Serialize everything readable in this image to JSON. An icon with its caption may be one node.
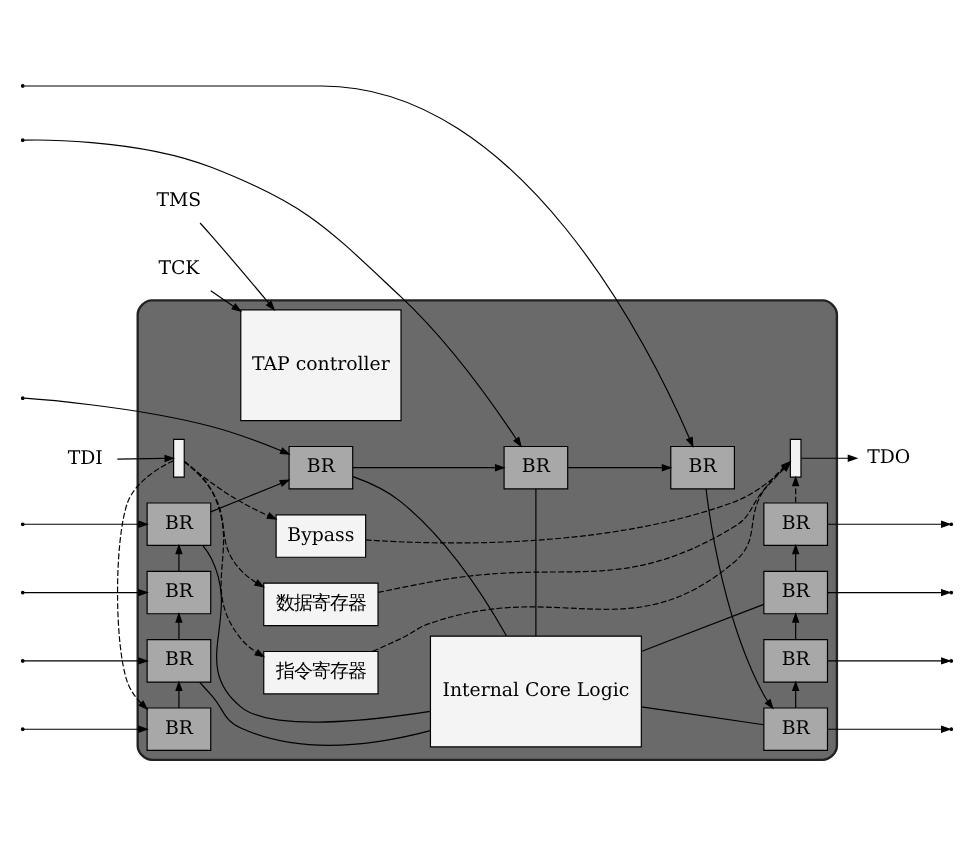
{
  "diagram": {
    "nodes": [
      {
        "text": [],
        "shape": "box"
      },
      {
        "text": [
          "BR"
        ],
        "in": 0
      },
      {
        "text": [
          "BR"
        ],
        "in": 0
      },
      {
        "text": [
          "BR"
        ],
        "in": 0
      },
      {
        "text": [
          "BR"
        ],
        "in": 0
      },
      {
        "text": [
          "BR"
        ],
        "in": 0
      },
      {
        "text": [
          "BR"
        ],
        "in": 0
      },
      {
        "text": [
          "BR"
        ],
        "in": 0
      },
      {
        "text": [
          "BR"
        ],
        "in": 0
      },
      {
        "text": [
          "BR"
        ],
        "in": 0
      },
      {
        "text": [
          "BR"
        ],
        "in": 0
      },
      {
        "text": [
          "BR"
        ],
        "in": 0
      },
      {
        "text": [
          "Internal Core Logic"
        ],
        "in": 0
      },
      {
        "text": [],
        "shape": "bar",
        "in": 0
      },
      {
        "text": [],
        "shape": "bar",
        "in": 0
      },
      {
        "text": [
          "Bypass"
        ],
        "in": 0
      },
      {
        "text": [
          "指令寄存器"
        ],
        "in": 0
      },
      {
        "text": [
          "数据寄存器"
        ],
        "in": 0
      },
      {
        "text": [
          "TAP controller"
        ],
        "in": 0
      },
      {
        "text": [
          "TDI"
        ]
      },
      {
        "text": [
          "TDO"
        ]
      },
      {
        "text": [
          "TMS"
        ]
      },
      {
        "text": [
          "TCK"
        ]
      }
    ],
    "edges": [
      {
        "from": null,
        "to": 1,
        "arrow": "to"
      },
      {
        "from": null,
        "to": 6,
        "arrow": "to"
      },
      {
        "from": null,
        "to": 7,
        "arrow": "to"
      },
      {
        "from": null,
        "to": 8,
        "arrow": "to"
      },
      {
        "from": null,
        "to": 2,
        "arrow": "to"
      },
      {
        "from": null,
        "to": 3,
        "arrow": "to"
      },
      {
        "from": null,
        "to": 4,
        "arrow": "to"
      },
      {
        "from": 5,
        "to": null,
        "arrow": "to"
      },
      {
        "from": 9,
        "to": null,
        "arrow": "to"
      },
      {
        "from": 10,
        "to": null,
        "arrow": "to"
      },
      {
        "from": 11,
        "to": null,
        "arrow": "to"
      },
      {
        "from": 19,
        "to": 13,
        "arrow": "to"
      },
      {
        "from": 13,
        "to": 8,
        "arrow": "to",
        "style": "dashed"
      },
      {
        "from": 13,
        "to": 15,
        "arrow": "to",
        "style": "dashed"
      },
      {
        "from": 13,
        "to": 16,
        "arrow": "to",
        "style": "dashed"
      },
      {
        "from": 13,
        "to": 17,
        "arrow": "to",
        "style": "dashed"
      },
      {
        "from": 8,
        "to": 7,
        "arrow": "to"
      },
      {
        "from": 7,
        "to": 6,
        "arrow": "to"
      },
      {
        "from": 6,
        "to": 1,
        "arrow": "to"
      },
      {
        "from": 1,
        "to": 2,
        "arrow": "to"
      },
      {
        "from": 2,
        "to": 3,
        "arrow": "to"
      },
      {
        "from": 3,
        "to": 4,
        "arrow": "to"
      },
      {
        "from": 4,
        "to": 5,
        "arrow": "to"
      },
      {
        "from": 5,
        "to": 9,
        "arrow": "to"
      },
      {
        "from": 9,
        "to": 10,
        "arrow": "to"
      },
      {
        "from": 10,
        "to": 11,
        "arrow": "to"
      },
      {
        "from": 1,
        "to": 12,
        "arrow": "none"
      },
      {
        "from": 2,
        "to": 12,
        "arrow": "none"
      },
      {
        "from": 3,
        "to": 12,
        "arrow": "none"
      },
      {
        "from": 5,
        "to": 12,
        "arrow": "none"
      },
      {
        "from": 7,
        "to": 12,
        "arrow": "none"
      },
      {
        "from": 12,
        "to": 10,
        "arrow": "none"
      },
      {
        "from": 15,
        "to": 14,
        "arrow": "to",
        "style": "dashed"
      },
      {
        "from": 16,
        "to": 14,
        "arrow": "to",
        "style": "dashed"
      },
      {
        "from": 17,
        "to": 14,
        "arrow": "to",
        "style": "dashed"
      },
      {
        "from": 11,
        "to": 14,
        "arrow": "to",
        "style": "dashed"
      },
      {
        "from": 14,
        "to": 20,
        "arrow": "to"
      },
      {
        "from": 21,
        "to": 18,
        "arrow": "to"
      },
      {
        "from": 22,
        "to": 18,
        "arrow": "to"
      }
    ]
  }
}
